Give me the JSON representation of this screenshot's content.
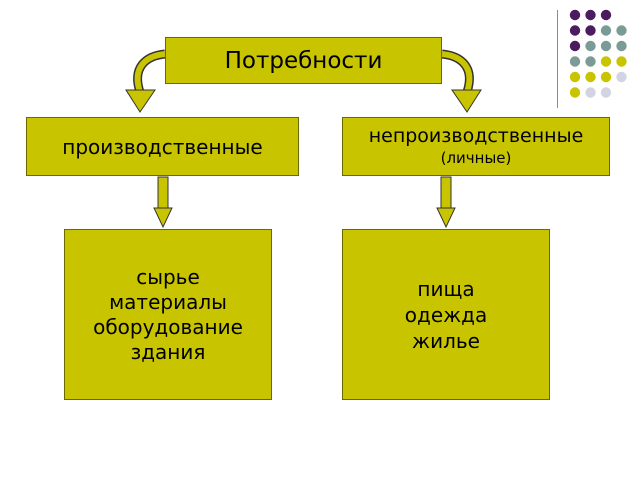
{
  "diagram": {
    "root": "Потребности",
    "left": {
      "title": "производственные",
      "items": [
        "сырье",
        "материалы",
        "оборудование",
        "здания"
      ]
    },
    "right": {
      "title": "непроизводственные",
      "subtitle": "(личные)",
      "items": [
        "пища",
        "одежда",
        "жилье"
      ]
    }
  },
  "colors": {
    "box_fill": "#c8c400",
    "box_border": "#6b6900",
    "arrow_fill": "#c8c400",
    "dot_purple": "#4b1c5e",
    "dot_teal": "#7a9b96",
    "dot_yellow": "#c8c400",
    "dot_light": "#d3d3e3"
  },
  "decoration": {
    "dot_grid": [
      [
        "purple",
        "purple",
        "purple",
        ""
      ],
      [
        "purple",
        "purple",
        "teal",
        "teal"
      ],
      [
        "purple",
        "teal",
        "teal",
        "teal"
      ],
      [
        "teal",
        "teal",
        "yellow",
        "yellow"
      ],
      [
        "yellow",
        "yellow",
        "yellow",
        "light"
      ],
      [
        "yellow",
        "light",
        "light",
        ""
      ]
    ]
  }
}
